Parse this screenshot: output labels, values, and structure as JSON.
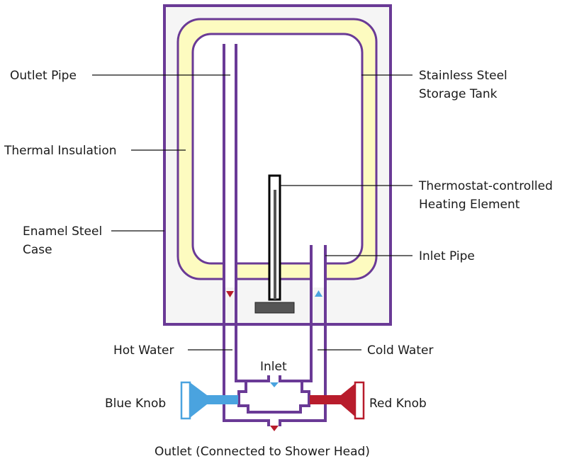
{
  "colors": {
    "frame": "#6a3a96",
    "insulation": "#fdfbc0",
    "case": "#f5f5f5",
    "cold": "#4aa3df",
    "hot": "#b81c2c",
    "element": "#555555"
  },
  "labels": {
    "outlet_pipe": "Outlet Pipe",
    "thermal_insulation": "Thermal Insulation",
    "enamel_case_1": "Enamel Steel",
    "enamel_case_2": "Case",
    "tank_1": "Stainless Steel",
    "tank_2": "Storage Tank",
    "heating_1": "Thermostat-controlled",
    "heating_2": "Heating Element",
    "inlet_pipe": "Inlet Pipe",
    "hot_water": "Hot Water",
    "cold_water": "Cold Water",
    "inlet": "Inlet",
    "blue_knob": "Blue Knob",
    "red_knob": "Red Knob",
    "outlet": "Outlet (Connected to Shower Head)"
  }
}
